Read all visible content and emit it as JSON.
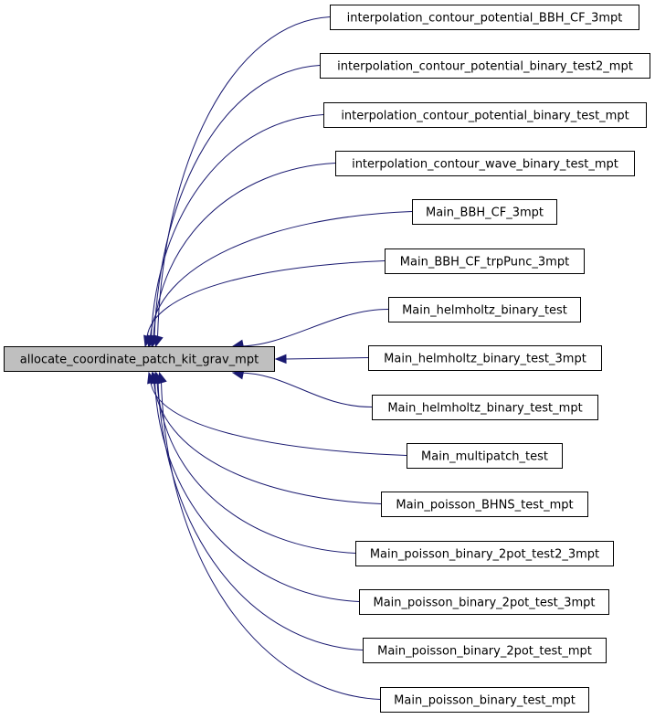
{
  "graph": {
    "root": {
      "label": "allocate_coordinate_patch_kit_grav_mpt"
    },
    "callers": [
      {
        "label": "interpolation_contour_potential_BBH_CF_3mpt"
      },
      {
        "label": "interpolation_contour_potential_binary_test2_mpt"
      },
      {
        "label": "interpolation_contour_potential_binary_test_mpt"
      },
      {
        "label": "interpolation_contour_wave_binary_test_mpt"
      },
      {
        "label": "Main_BBH_CF_3mpt"
      },
      {
        "label": "Main_BBH_CF_trpPunc_3mpt"
      },
      {
        "label": "Main_helmholtz_binary_test"
      },
      {
        "label": "Main_helmholtz_binary_test_3mpt"
      },
      {
        "label": "Main_helmholtz_binary_test_mpt"
      },
      {
        "label": "Main_multipatch_test"
      },
      {
        "label": "Main_poisson_BHNS_test_mpt"
      },
      {
        "label": "Main_poisson_binary_2pot_test2_3mpt"
      },
      {
        "label": "Main_poisson_binary_2pot_test_3mpt"
      },
      {
        "label": "Main_poisson_binary_2pot_test_mpt"
      },
      {
        "label": "Main_poisson_binary_test_mpt"
      }
    ],
    "colors": {
      "edge": "#191970",
      "root_fill": "#bfbfbf",
      "node_fill": "#ffffff",
      "border": "#000000"
    }
  }
}
